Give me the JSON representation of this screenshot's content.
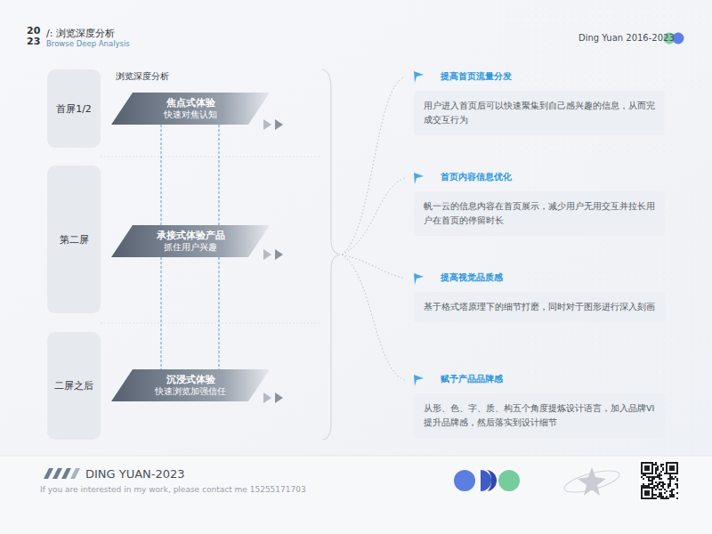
{
  "diagram": {
    "title": "/: 浏览深度分析",
    "nodes": [
      {
        "text": [
          "首屏1/2"
        ]
      },
      {
        "text": [
          "焦点式体验",
          "快速对焦认知"
        ]
      },
      {
        "text": [
          "第二屏"
        ]
      },
      {
        "text": [
          "承接式体验产品",
          "抓住用户兴趣"
        ]
      },
      {
        "text": [
          "二屏之后"
        ]
      },
      {
        "text": [
          "沉浸式体验",
          "快速浏览加强信任"
        ]
      },
      {
        "text": [
          "提高首页流量分发",
          "用户进入首页后可以快速聚集到自己感兴趣的信息，从而完成交互行为"
        ]
      },
      {
        "text": [
          "首页内容信息优化",
          "帆一云的信息内容在首页展示，减少用户无用交互并拉长用户在首页的停留时长"
        ]
      },
      {
        "text": [
          "提高视觉品质感",
          "基于格式塔原理下的细节打磨，同时对于图形进行深入刻画"
        ]
      },
      {
        "text": [
          "赋予产品品牌感",
          "从形、色、字、质、构五个角度提炼设计语言，加入品牌VI提升品牌感，然后落实到设计细节"
        ]
      }
    ],
    "edges": [
      {
        "from": 1,
        "to": 3,
        "arrow": "none"
      },
      {
        "from": 3,
        "to": 5,
        "arrow": "none"
      }
    ],
    "labels": [
      "20",
      "23",
      "Browse Deep Analysis",
      "Ding Yuan 2016-2023",
      "浏览深度分析",
      "DING YUAN-2023",
      "If you are interested in my work, please contact me 15255171703"
    ]
  }
}
